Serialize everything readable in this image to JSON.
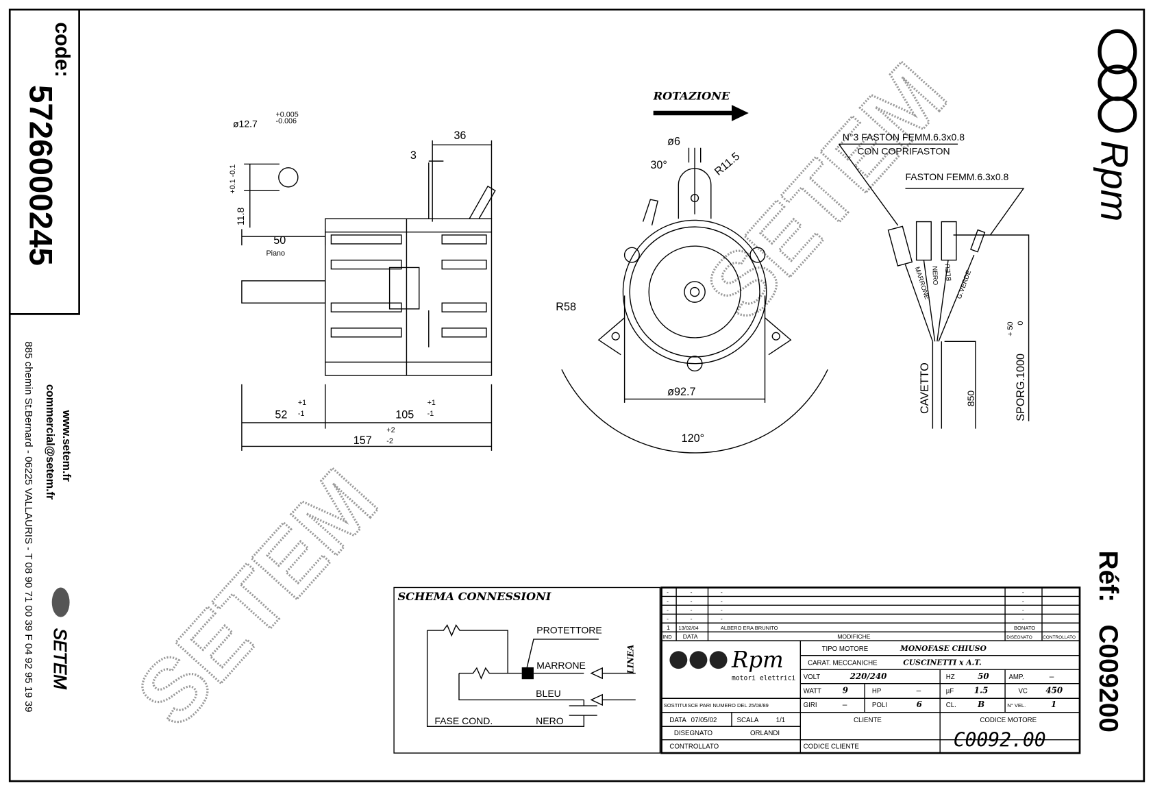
{
  "side_strip": {
    "code_label": "code:",
    "code_value": "5726000245",
    "website": "www.setem.fr",
    "email": "commercial@setem.fr",
    "address": "885 chemin St.Bernard  -  06225 VALLAURIS  -  T 08 90 71 00 39   F 04 92 95 19 39",
    "brand_logo_text": "SETEM"
  },
  "right_strip": {
    "logo_text": "Rpm",
    "ref_label": "Réf:",
    "ref_value": "C009200"
  },
  "watermark": "SETEM",
  "side_view": {
    "shaft_dia": "ø12.7",
    "shaft_tol_upper": "+0.005",
    "shaft_tol_lower": "-0.006",
    "flat_dim": "11.8",
    "flat_tol": "+0.1 -0.1",
    "dim_36": "36",
    "dim_3": "3",
    "dim_50": "50",
    "piano": "Piano",
    "dim_52": "52",
    "dim_52_tol_up": "+1",
    "dim_52_tol_low": "-1",
    "dim_105": "105",
    "dim_105_tol_up": "+1",
    "dim_105_tol_low": "-1",
    "dim_157": "157",
    "dim_157_tol_up": "+2",
    "dim_157_tol_low": "-2"
  },
  "front_view": {
    "rotation_label": "ROTAZIONE",
    "hole_dia": "ø6",
    "angle_30": "30°",
    "radius_11": "R11.5",
    "radius_58": "R58",
    "body_dia": "ø92.7",
    "angle_120": "120°"
  },
  "cable": {
    "faston_3": "N°3 FASTON FEMM.6.3x0.8",
    "copri": "CON COPRIFASTON",
    "faston_1": "FASTON FEMM.6.3x0.8",
    "wires": [
      "MARRONE",
      "NERO",
      "BLEU",
      "G.VERDE"
    ],
    "cavetto": "CAVETTO",
    "dim_850": "850",
    "sporg": "SPORG.1000",
    "sporg_tol_up": "+ 50",
    "sporg_tol_low": "0"
  },
  "schema": {
    "title": "SCHEMA CONNESSIONI",
    "protettore": "PROTETTORE",
    "marrone": "MARRONE",
    "bleu": "BLEU",
    "nero": "NERO",
    "fase_cond": "FASE COND.",
    "linea": "LINEA"
  },
  "title_block": {
    "mod_rows": [
      [
        "-",
        "-",
        "-",
        "-",
        ""
      ],
      [
        "-",
        "-",
        "-",
        "-",
        ""
      ],
      [
        "-",
        "-",
        "-",
        "-",
        ""
      ],
      [
        "-",
        "-",
        "-",
        "-",
        ""
      ],
      [
        "1",
        "13/02/04",
        "ALBERO ERA BRUNITO",
        "BONATO",
        ""
      ]
    ],
    "mod_headers": [
      "IND",
      "DATA",
      "MODIFICHE",
      "DISEGNATO",
      "CONTROLLATO"
    ],
    "logo_text": "Rpm",
    "logo_sub": "motori elettrici",
    "tipo_motore_label": "TIPO MOTORE",
    "tipo_motore": "MONOFASE CHIUSO",
    "carat_label": "CARAT. MECCANICHE",
    "carat": "CUSCINETTI x A.T.",
    "volt_label": "VOLT",
    "volt": "220/240",
    "hz_label": "HZ",
    "hz": "50",
    "amp_label": "AMP.",
    "amp": "–",
    "watt_label": "WATT",
    "watt": "9",
    "hp_label": "HP",
    "hp": "–",
    "uf_label": "µF",
    "uf": "1.5",
    "vc_label": "VC",
    "vc": "450",
    "sostituisce": "SOSTITUISCE PARI NUMERO DEL 25/08/89",
    "giri_label": "GIRI",
    "giri": "–",
    "poli_label": "POLI",
    "poli": "6",
    "cl_label": "CL.",
    "cl": "B",
    "vel_label": "N° VEL.",
    "vel": "1",
    "data_label": "DATA",
    "data": "07/05/02",
    "scala_label": "SCALA",
    "scala": "1/1",
    "disegnato_label": "DISEGNATO",
    "disegnato": "ORLANDI",
    "controllato_label": "CONTROLLATO",
    "cliente_label": "CLIENTE",
    "codice_cliente_label": "CODICE CLIENTE",
    "codice_motore_label": "CODICE MOTORE",
    "codice_motore": "C0092.00"
  }
}
